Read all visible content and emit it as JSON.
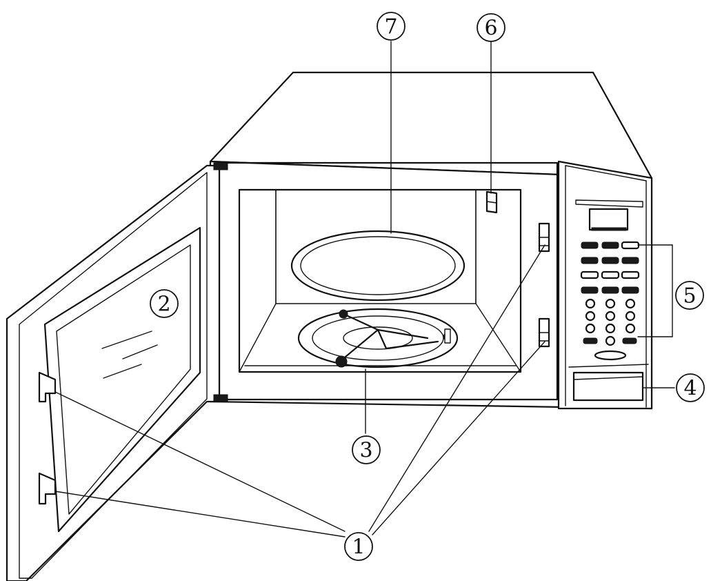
{
  "callouts": [
    {
      "id": "door-latch",
      "label": "1"
    },
    {
      "id": "door-window",
      "label": "2"
    },
    {
      "id": "roller-ring",
      "label": "3"
    },
    {
      "id": "door-release-button",
      "label": "4"
    },
    {
      "id": "control-panel",
      "label": "5"
    },
    {
      "id": "waveguide-cover",
      "label": "6"
    },
    {
      "id": "glass-tray",
      "label": "7"
    }
  ]
}
